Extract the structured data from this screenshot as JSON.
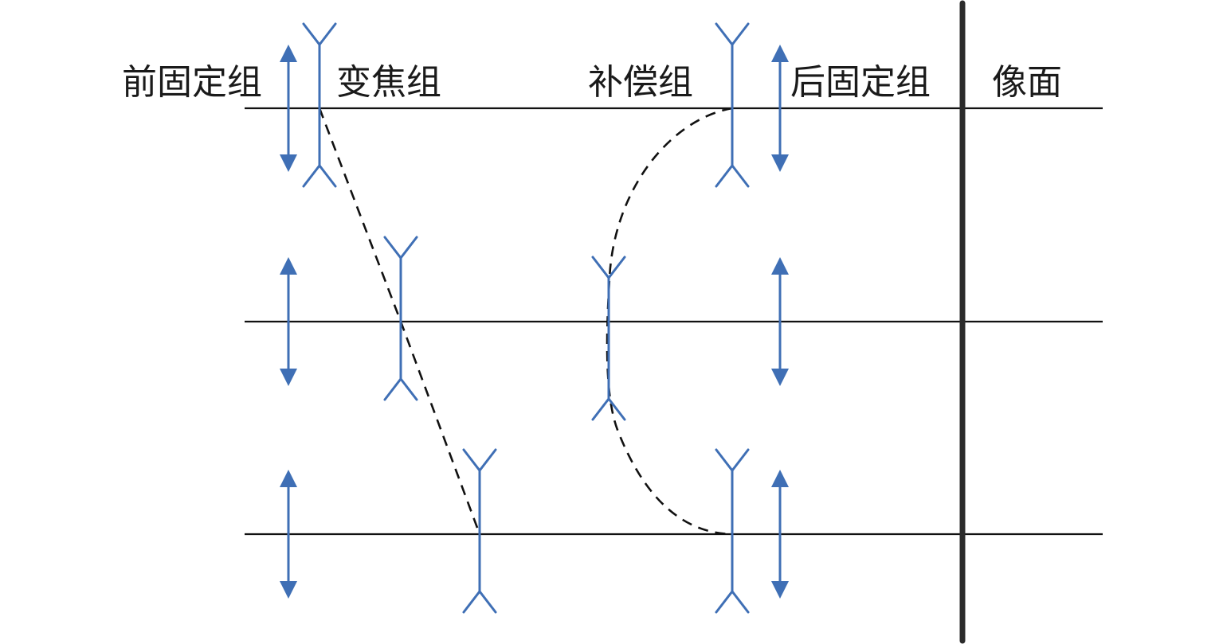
{
  "labels": {
    "front_fixed_group": "前固定组",
    "zoom_group": "变焦组",
    "compensator_group": "补偿组",
    "rear_fixed_group": "后固定组",
    "image_plane": "像面"
  },
  "colors": {
    "lens": "#3f6fb5",
    "axis": "#111111",
    "image_plane": "#2b2b2b",
    "motion_path": "#111111"
  },
  "icons": {
    "positive_lens": "double-arrow-lens-icon",
    "negative_lens": "forked-end-lens-icon"
  }
}
